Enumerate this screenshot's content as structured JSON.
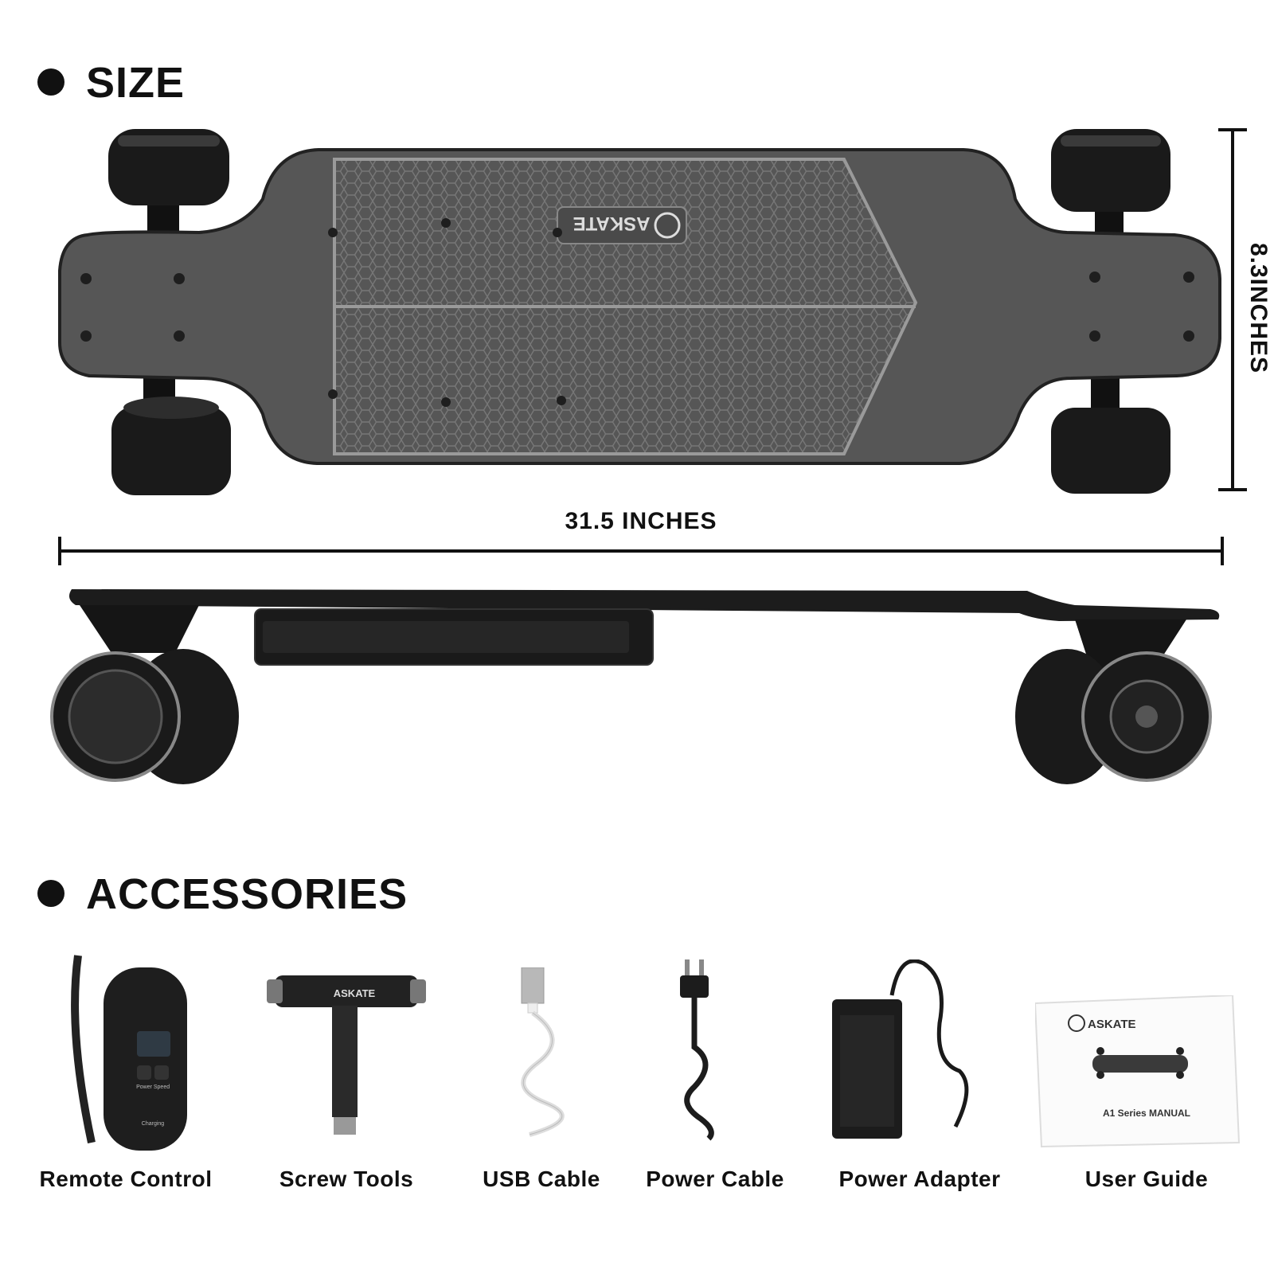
{
  "sections": {
    "size_heading": "SIZE",
    "accessories_heading": "ACCESSORIES"
  },
  "dimensions": {
    "length_label": "31.5 INCHES",
    "width_label": "8.3INCHES"
  },
  "board": {
    "brand": "ASKATE"
  },
  "accessories": [
    {
      "label": "Remote Control",
      "icon": "remote-control-icon"
    },
    {
      "label": "Screw Tools",
      "icon": "t-tool-icon"
    },
    {
      "label": "USB Cable",
      "icon": "usb-cable-icon"
    },
    {
      "label": "Power Cable",
      "icon": "power-cable-icon"
    },
    {
      "label": "Power Adapter",
      "icon": "power-adapter-icon"
    },
    {
      "label": "User Guide",
      "icon": "user-guide-icon"
    }
  ],
  "remote": {
    "button_power": "Power",
    "button_speed": "Speed",
    "status": "Charging"
  },
  "manual": {
    "brand": "ASKATE",
    "title": "A1 Series MANUAL"
  },
  "colors": {
    "deck": "#565656",
    "grip_pattern": "#6e6e6e",
    "pattern_line": "#9a9a9a",
    "wheel": "#1a1a1a"
  }
}
